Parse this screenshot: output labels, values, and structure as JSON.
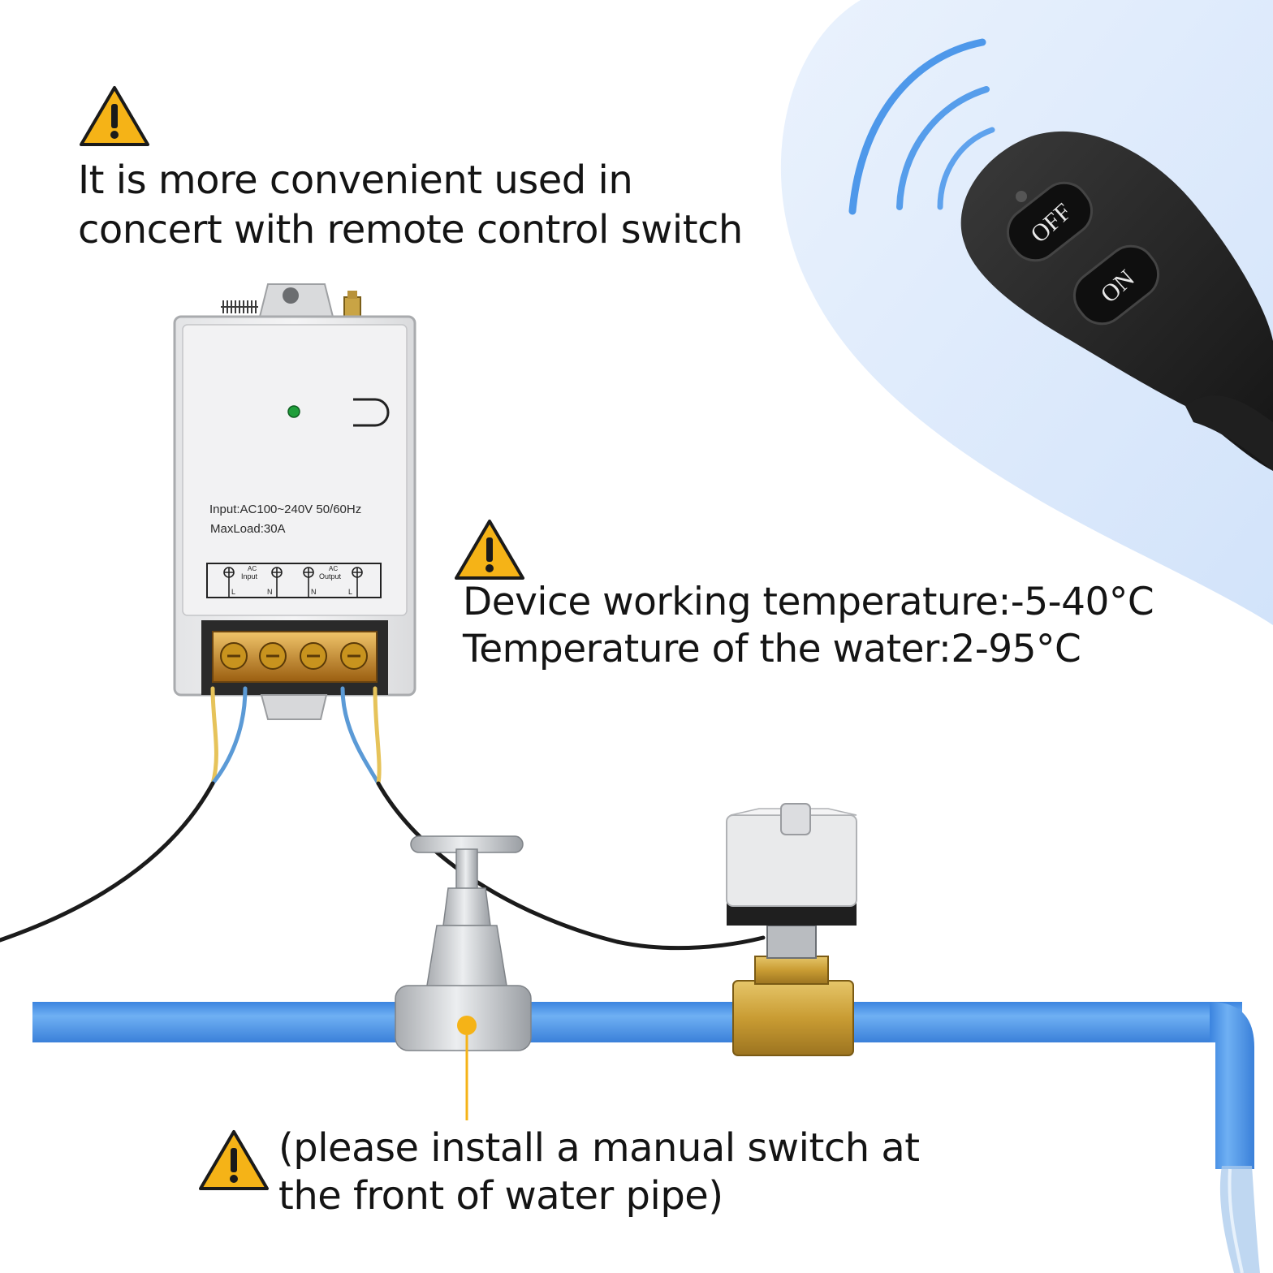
{
  "captions": {
    "remote_line1": "It is more convenient used in",
    "remote_line2": "concert with remote control switch",
    "temp_line1": "Device working temperature:-5-40°C",
    "temp_line2": "Temperature of the water:2-95°C",
    "manual_line1": "(please install a manual switch at",
    "manual_line2": "the front of water pipe)"
  },
  "device": {
    "spec_input": "Input:AC100~240V 50/60Hz",
    "spec_load": "MaxLoad:30A",
    "terminal_input_top": "AC",
    "terminal_input_bottom": "Input",
    "terminal_output_top": "AC",
    "terminal_output_bottom": "Output",
    "pin_l1": "L",
    "pin_n1": "N",
    "pin_n2": "N",
    "pin_l2": "L"
  },
  "remote": {
    "button_off": "OFF",
    "button_on": "ON"
  },
  "colors": {
    "pipe_blue": "#4f93e6",
    "warning_yellow": "#f5b317",
    "signal_blue": "#3d8ee8",
    "remote_bg": "#dce9fb",
    "brass": "#c9a445"
  },
  "icons": [
    "warning-icon",
    "remote-control",
    "relay-switch",
    "manual-valve",
    "motorized-ball-valve"
  ]
}
